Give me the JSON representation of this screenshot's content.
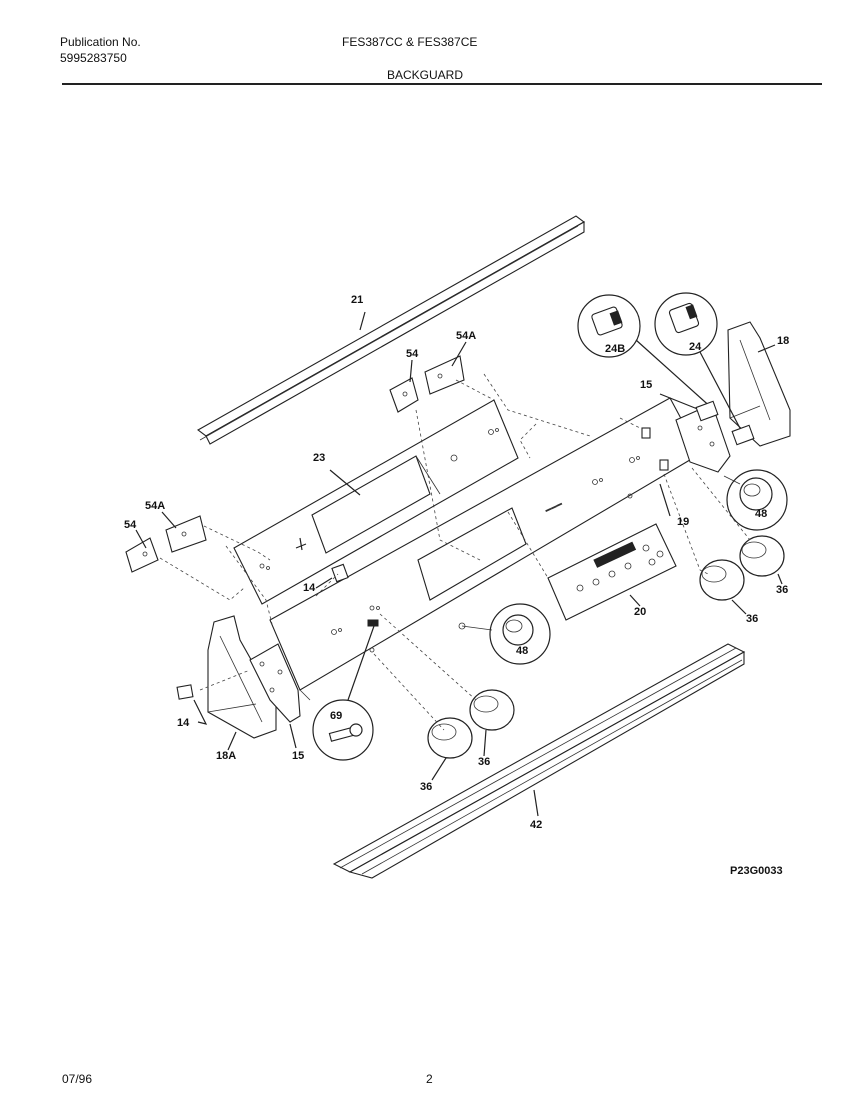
{
  "header": {
    "publication_label": "Publication No.",
    "publication_number": "5995283750",
    "models": "FES387CC & FES387CE",
    "section_title": "BACKGUARD"
  },
  "callouts": {
    "c21": "21",
    "c54A_top": "54A",
    "c54_top": "54",
    "c24B": "24B",
    "c24": "24",
    "c18": "18",
    "c15_top": "15",
    "c23": "23",
    "c54A_left": "54A",
    "c54_left": "54",
    "c48_right": "48",
    "c19": "19",
    "c14_mid": "14",
    "c36_right_a": "36",
    "c36_right_b": "36",
    "c20": "20",
    "c48_mid": "48",
    "c14_left": "14",
    "c69": "69",
    "c18A": "18A",
    "c15_bottom": "15",
    "c36_bottom_a": "36",
    "c36_bottom_b": "36",
    "c42": "42"
  },
  "figure_code": "P23G0033",
  "footer": {
    "date": "07/96",
    "page_number": "2"
  }
}
